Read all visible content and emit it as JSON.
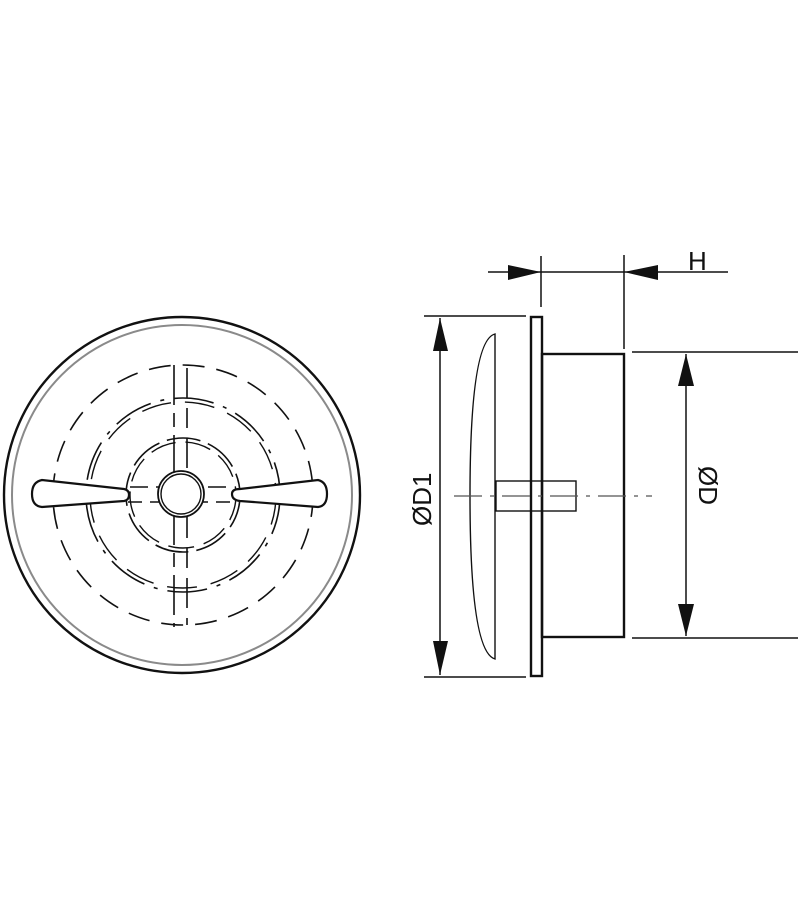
{
  "diagram": {
    "type": "technical-drawing",
    "subject": "round air vent / valve — front view and side view",
    "views": [
      {
        "name": "front-view",
        "description": "circular face with concentric dashed rings, center hub and two horizontal adjustment tabs"
      },
      {
        "name": "side-view",
        "description": "flange with domed disc and cylindrical spigot, with dimension lines"
      }
    ],
    "dimensions": {
      "height_label": "H",
      "outer_diameter_label": "ØD1",
      "inner_diameter_label": "ØD"
    },
    "colors": {
      "line": "#111111",
      "rim_gray": "#8a8a8a",
      "centerline": "#555555",
      "background": "#ffffff"
    }
  }
}
